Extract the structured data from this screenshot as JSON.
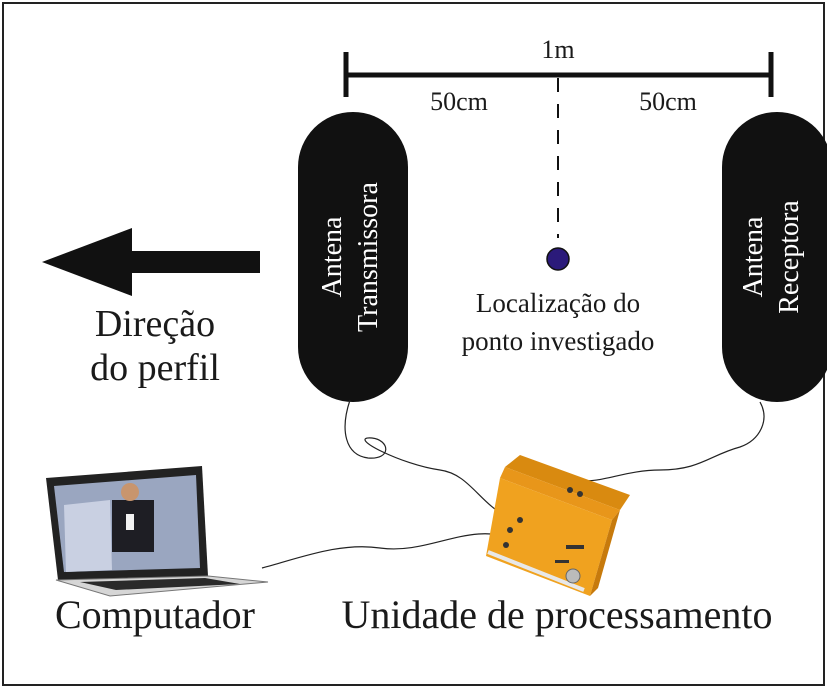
{
  "scale": {
    "total_label": "1m",
    "left_label": "50cm",
    "right_label": "50cm"
  },
  "antennas": {
    "transmitter": {
      "line1": "Antena",
      "line2": "Transmissora"
    },
    "receiver": {
      "line1": "Antena",
      "line2": "Receptora"
    }
  },
  "direction": {
    "line1": "Direção",
    "line2": "do perfil"
  },
  "point": {
    "line1": "Localização do",
    "line2": "ponto investigado",
    "color": "#2b1a7a"
  },
  "labels": {
    "computer": "Computador",
    "processing_unit": "Unidade de processamento"
  },
  "colors": {
    "antenna": "#111111",
    "unit_body": "#f0a21f",
    "laptop_screen": "#9aa6c0"
  },
  "icons": [
    "direction-arrow-icon",
    "laptop-icon",
    "processing-unit-icon"
  ]
}
